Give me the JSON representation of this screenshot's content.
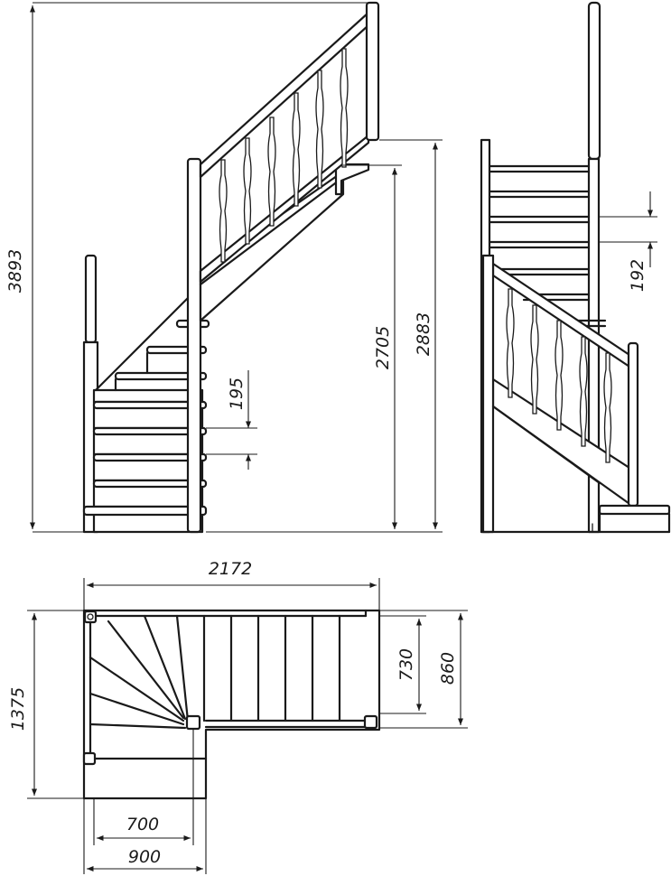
{
  "dimensions": {
    "total_height": "3893",
    "height_2705": "2705",
    "height_2883": "2883",
    "step_rise_195": "195",
    "side_rise_192": "192",
    "total_length": "2172",
    "total_width": "1375",
    "width_730": "730",
    "width_860": "860",
    "width_700": "700",
    "width_900": "900"
  }
}
